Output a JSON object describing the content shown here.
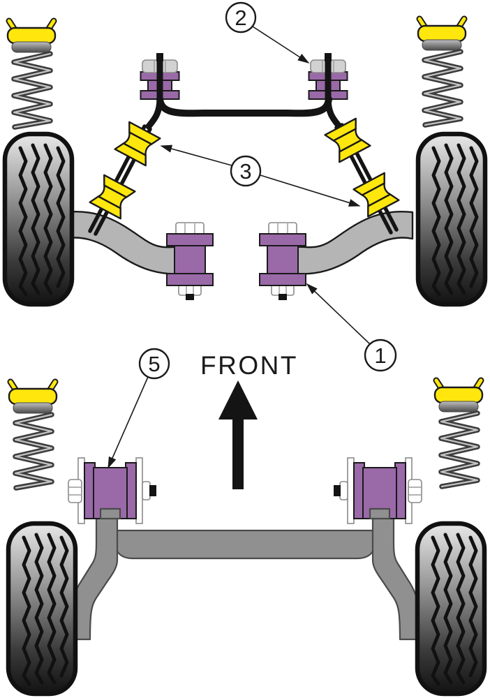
{
  "diagram": {
    "front_label": "FRONT",
    "callouts": {
      "c1": "1",
      "c2": "2",
      "c3": "3",
      "c5": "5"
    },
    "colors": {
      "purple": "#9a69a8",
      "yellow": "#ffe70d",
      "arm_gray": "#b5b5b5",
      "rear_gray": "#909090"
    }
  }
}
